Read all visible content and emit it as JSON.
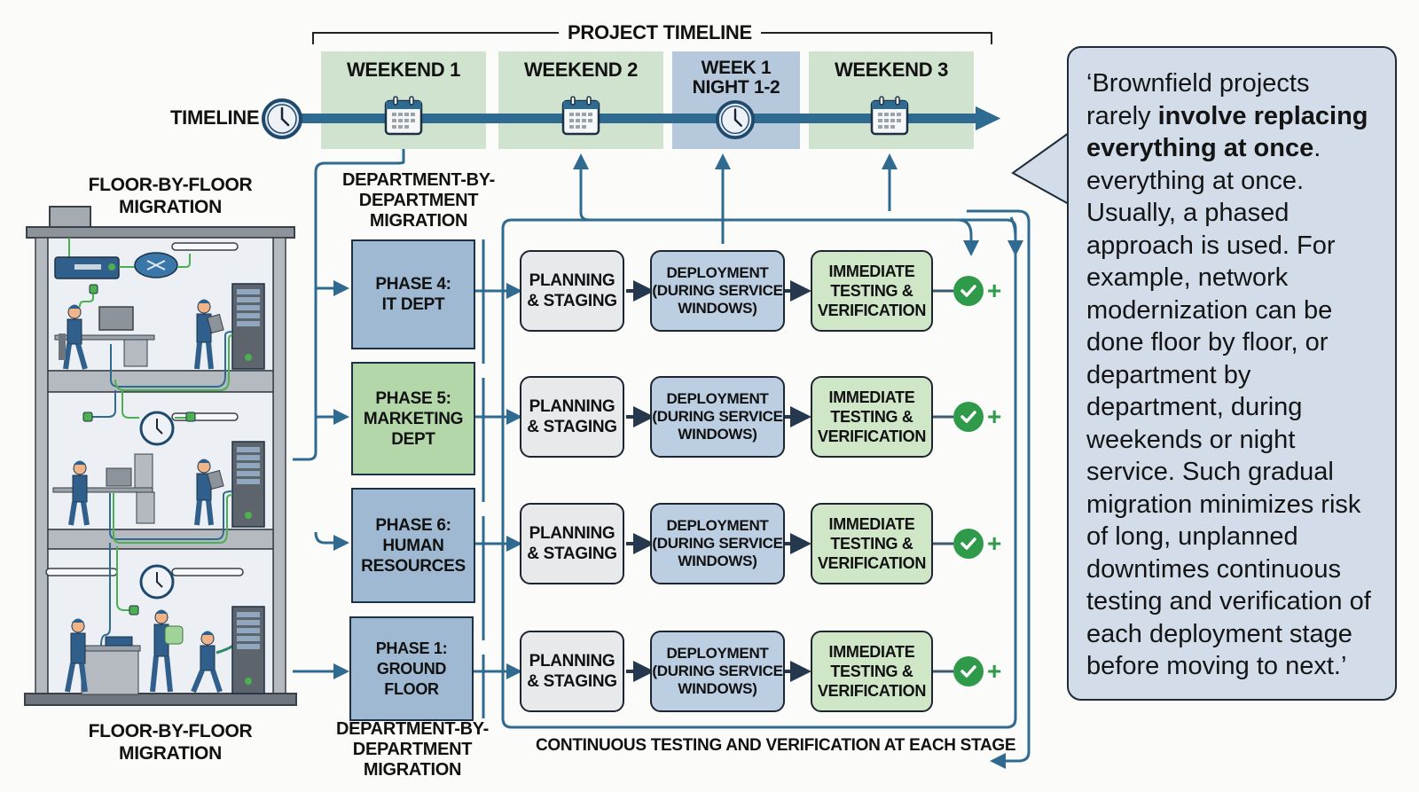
{
  "timeline": {
    "title": "PROJECT TIMELINE",
    "label": "TIMELINE",
    "label_icon": "clock-icon",
    "periods": [
      {
        "line1": "WEEKEND 1",
        "line2": "",
        "icon": "calendar-icon",
        "color": "#cfe3cf"
      },
      {
        "line1": "WEEKEND 2",
        "line2": "",
        "icon": "calendar-icon",
        "color": "#cfe3cf"
      },
      {
        "line1": "WEEK 1",
        "line2": "NIGHT 1-2",
        "icon": "clock-icon",
        "color": "#b6c9dc"
      },
      {
        "line1": "WEEKEND 3",
        "line2": "",
        "icon": "calendar-icon",
        "color": "#cfe3cf"
      }
    ]
  },
  "floor_section": {
    "top_label_1": "FLOOR-BY-FLOOR",
    "top_label_2": "MIGRATION",
    "bottom_label_1": "FLOOR-BY-FLOOR",
    "bottom_label_2": "MIGRATION"
  },
  "dept_section": {
    "top_label_1": "DEPARTMENT-BY-",
    "top_label_2": "DEPARTMENT",
    "top_label_3": "MIGRATION",
    "bottom_label_1": "DEPARTMENT-BY-",
    "bottom_label_2": "DEPARTMENT",
    "bottom_label_3": "MIGRATION"
  },
  "phases": [
    {
      "line1": "PHASE 4:",
      "line2": "IT DEPT",
      "line3": "",
      "color": "#9fb9d2"
    },
    {
      "line1": "PHASE 5:",
      "line2": "MARKETING",
      "line3": "DEPT",
      "color": "#b4d7aa"
    },
    {
      "line1": "PHASE 6:",
      "line2": "HUMAN",
      "line3": "RESOURCES",
      "color": "#9fb9d2"
    },
    {
      "line1": "PHASE 1:",
      "line2": "GROUND FLOOR",
      "line3": "",
      "color": "#9fb9d2"
    }
  ],
  "steps": {
    "planning": {
      "line1": "PLANNING",
      "line2": "& STAGING"
    },
    "deployment": {
      "line1": "DEPLOYMENT",
      "line2": "(DURING SERVICE",
      "line3": "WINDOWS)"
    },
    "testing": {
      "line1": "IMMEDIATE",
      "line2": "TESTING &",
      "line3": "VERIFICATION"
    },
    "done_icon": "check-circle-icon",
    "plus": "+"
  },
  "bottom_caption": "CONTINUOUS TESTING AND VERIFICATION AT EACH STAGE",
  "quote": {
    "open": "‘Brownfield projects rarely",
    "bold": "involve replacing everything at once",
    "after_bold": ".",
    "rest": "everything at once. Usually, a phased approach is used. For example, network modernization can be done floor by floor, or department by department, during weekends or night service. Such gradual migration minimizes risk of long, unplanned downtimes continuous testing and verification of each deployment stage before moving to next.’"
  },
  "colors": {
    "line_blue": "#2f6a91",
    "dark_navy": "#1d3146",
    "check_green": "#2e9a4a",
    "cable_green": "#4caf50"
  }
}
